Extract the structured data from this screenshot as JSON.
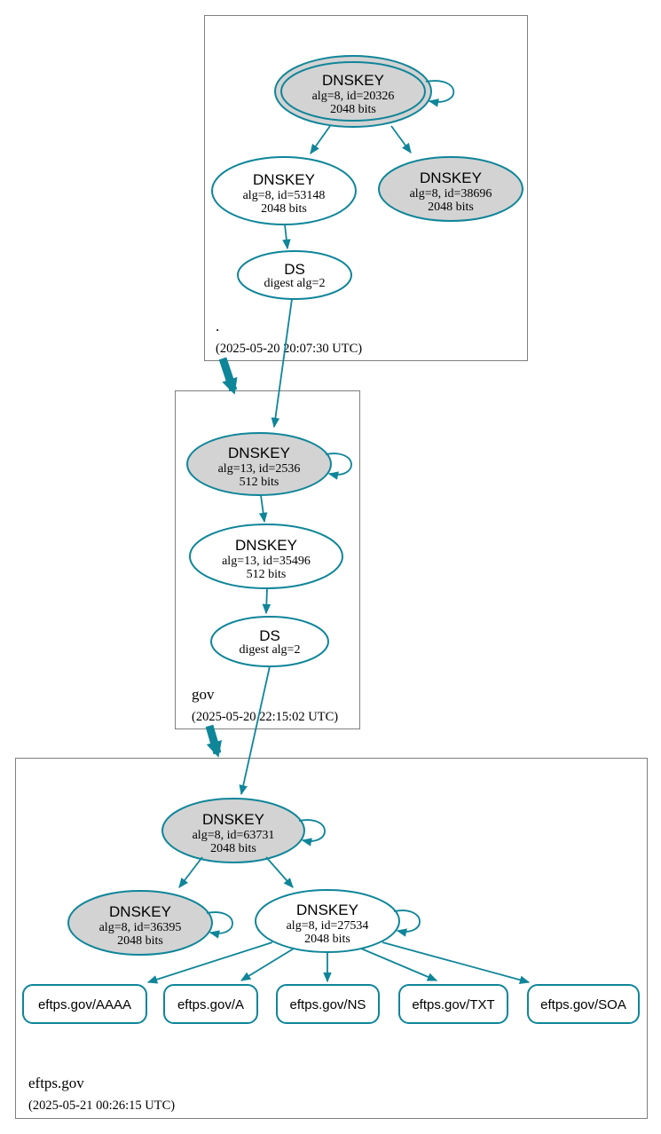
{
  "colors": {
    "edge_teal": "#0f8599",
    "node_gray_fill": "#d3d3d3",
    "node_white_fill": "#ffffff",
    "box_border": "#7f7f7f",
    "text": "#000000"
  },
  "zones": {
    "root": {
      "label": ".",
      "timestamp": "(2025-05-20 20:07:30 UTC)",
      "ksk": {
        "title": "DNSKEY",
        "detail1": "alg=8, id=20326",
        "detail2": "2048 bits"
      },
      "zsk": {
        "title": "DNSKEY",
        "detail1": "alg=8, id=53148",
        "detail2": "2048 bits"
      },
      "key2": {
        "title": "DNSKEY",
        "detail1": "alg=8, id=38696",
        "detail2": "2048 bits"
      },
      "ds": {
        "title": "DS",
        "detail": "digest alg=2"
      }
    },
    "gov": {
      "label": "gov",
      "timestamp": "(2025-05-20 22:15:02 UTC)",
      "ksk": {
        "title": "DNSKEY",
        "detail1": "alg=13, id=2536",
        "detail2": "512 bits"
      },
      "zsk": {
        "title": "DNSKEY",
        "detail1": "alg=13, id=35496",
        "detail2": "512 bits"
      },
      "ds": {
        "title": "DS",
        "detail": "digest alg=2"
      }
    },
    "eftps": {
      "label": "eftps.gov",
      "timestamp": "(2025-05-21 00:26:15 UTC)",
      "ksk": {
        "title": "DNSKEY",
        "detail1": "alg=8, id=63731",
        "detail2": "2048 bits"
      },
      "key2": {
        "title": "DNSKEY",
        "detail1": "alg=8, id=36395",
        "detail2": "2048 bits"
      },
      "zsk": {
        "title": "DNSKEY",
        "detail1": "alg=8, id=27534",
        "detail2": "2048 bits"
      },
      "rrsets": [
        "eftps.gov/AAAA",
        "eftps.gov/A",
        "eftps.gov/NS",
        "eftps.gov/TXT",
        "eftps.gov/SOA"
      ]
    }
  }
}
